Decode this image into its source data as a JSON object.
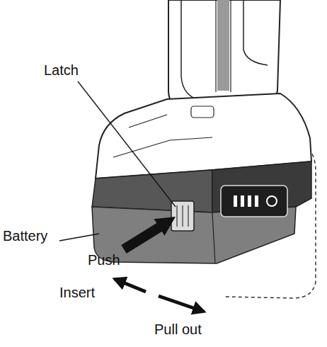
{
  "diagram": {
    "labels": [
      "Latch",
      "Battery",
      "Push",
      "Insert",
      "Pull out"
    ]
  }
}
